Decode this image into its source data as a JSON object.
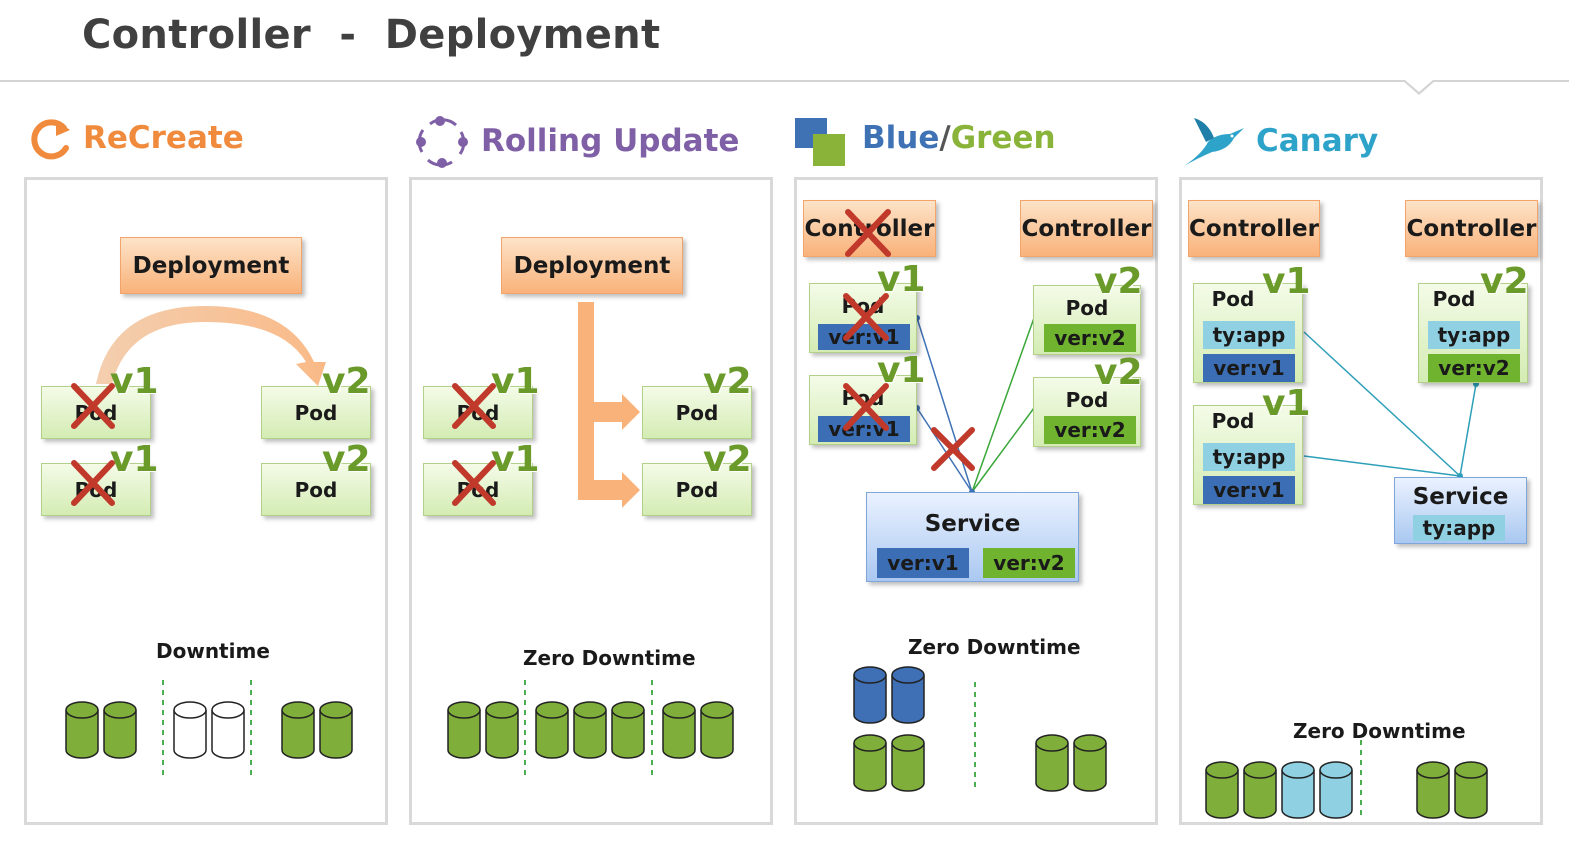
{
  "title": "Controller  -  Deployment",
  "colors": {
    "recreate": "#f08a3c",
    "rolling": "#7f5fa6",
    "blue": "#3f72b5",
    "green": "#8ab33a",
    "canary": "#2ea3c9",
    "cross": "#c0392b",
    "db_green": "#7fae3a",
    "db_white": "#ffffff",
    "db_blue": "#3f6fb5",
    "db_cyan": "#8fd1e3"
  },
  "icons": {
    "recreate": "circular-arrow-icon",
    "rolling": "rotation-arrows-icon",
    "bluegreen": "overlapping-squares-icon",
    "canary": "bird-icon",
    "cross": "red-x-icon",
    "database": "cylinder-icon"
  },
  "recreate": {
    "heading": "ReCreate",
    "deployment": "Deployment",
    "pod_label": "Pod",
    "v1": "v1",
    "v2": "v2",
    "caption": "Downtime"
  },
  "rolling": {
    "heading": "Rolling Update",
    "deployment": "Deployment",
    "pod_label": "Pod",
    "v1": "v1",
    "v2": "v2",
    "caption": "Zero Downtime"
  },
  "bluegreen": {
    "heading_blue": "Blue",
    "heading_sep": "/",
    "heading_green": "Green",
    "controller": "Controller",
    "pod_label": "Pod",
    "v1": "v1",
    "v2": "v2",
    "ver_v1": "ver:v1",
    "ver_v2": "ver:v2",
    "service": "Service",
    "caption": "Zero Downtime"
  },
  "canary": {
    "heading": "Canary",
    "controller": "Controller",
    "pod_label": "Pod",
    "v1": "v1",
    "v2": "v2",
    "ty_app": "ty:app",
    "ver_v1": "ver:v1",
    "ver_v2": "ver:v2",
    "service": "Service",
    "caption": "Zero Downtime"
  }
}
